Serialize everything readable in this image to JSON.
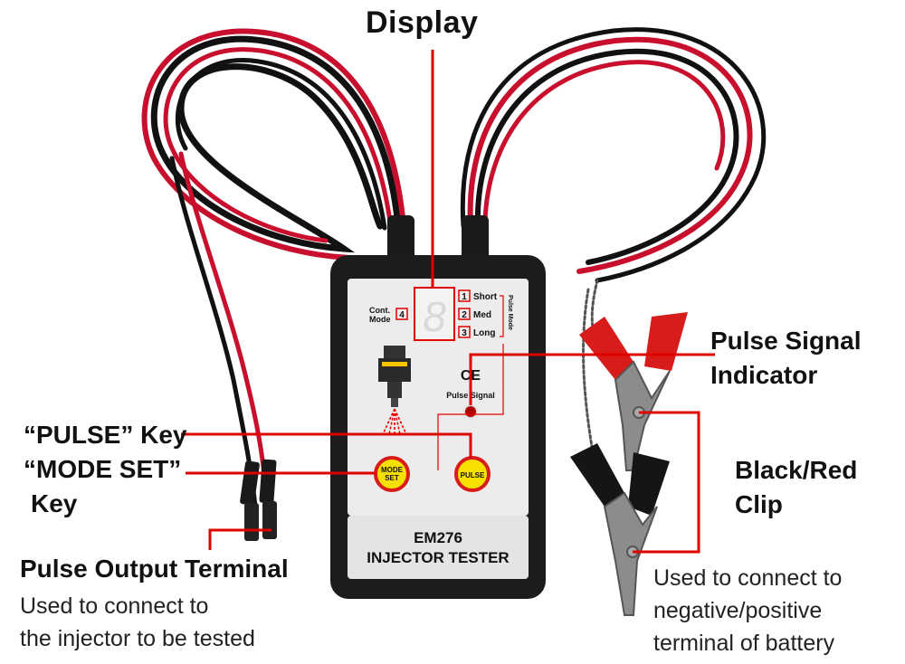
{
  "device": {
    "model": "EM276",
    "name": "INJECTOR TESTER",
    "cont_mode_label_1": "Cont.",
    "cont_mode_label_2": "Mode",
    "cont_mode_number": "4",
    "modes": [
      {
        "number": "1",
        "label": "Short"
      },
      {
        "number": "2",
        "label": "Med"
      },
      {
        "number": "3",
        "label": "Long"
      }
    ],
    "pulse_mode_label": "Pulse Mode",
    "ce_mark": "CE",
    "pulse_signal_label": "Pulse Signal",
    "mode_set_label_1": "MODE",
    "mode_set_label_2": "SET",
    "pulse_button_label": "PULSE",
    "display_digit": "8"
  },
  "labels": {
    "display": "Display",
    "pulse_signal_indicator_1": "Pulse Signal",
    "pulse_signal_indicator_2": "Indicator",
    "pulse_key": "“PULSE”  Key",
    "mode_set_key_1": "“MODE SET”",
    "mode_set_key_2": "Key",
    "black_red_clip_1": "Black/Red",
    "black_red_clip_2": "Clip",
    "pulse_output_terminal": "Pulse Output Terminal",
    "pulse_output_desc_1": "Used to connect to",
    "pulse_output_desc_2": "the injector to be tested",
    "clip_desc_1": "Used to connect to",
    "clip_desc_2": "negative/positive",
    "clip_desc_3": "terminal of battery"
  },
  "colors": {
    "callout_line": "#e10000",
    "wire_red": "#c8102e",
    "wire_black": "#111111",
    "device_body": "#1c1c1c",
    "panel": "#ececec",
    "button_yellow": "#f5e000",
    "button_ring": "#d81b1b"
  }
}
